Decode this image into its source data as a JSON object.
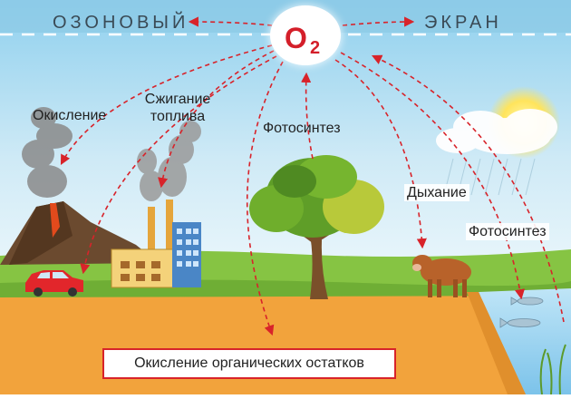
{
  "banner": {
    "left": "ОЗОНОВЫЙ",
    "right": "ЭКРАН"
  },
  "oxygen": {
    "symbol": "O",
    "subscript": "2"
  },
  "labels": {
    "oxidation": "Окисление",
    "fuel_burning_line1": "Сжигание",
    "fuel_burning_line2": "топлива",
    "photosynthesis_tree": "Фотосинтез",
    "respiration": "Дыхание",
    "photosynthesis_water": "Фотосинтез"
  },
  "bottom_box": "Окисление органических остатков",
  "colors": {
    "sky_top": "#8fd0ee",
    "sky_bottom": "#e6f4fa",
    "grass": "#86c443",
    "ground": "#f2a33c",
    "water": "#9fd3ee",
    "arrow": "#d8232a",
    "oxygen_text": "#d41f2a"
  }
}
